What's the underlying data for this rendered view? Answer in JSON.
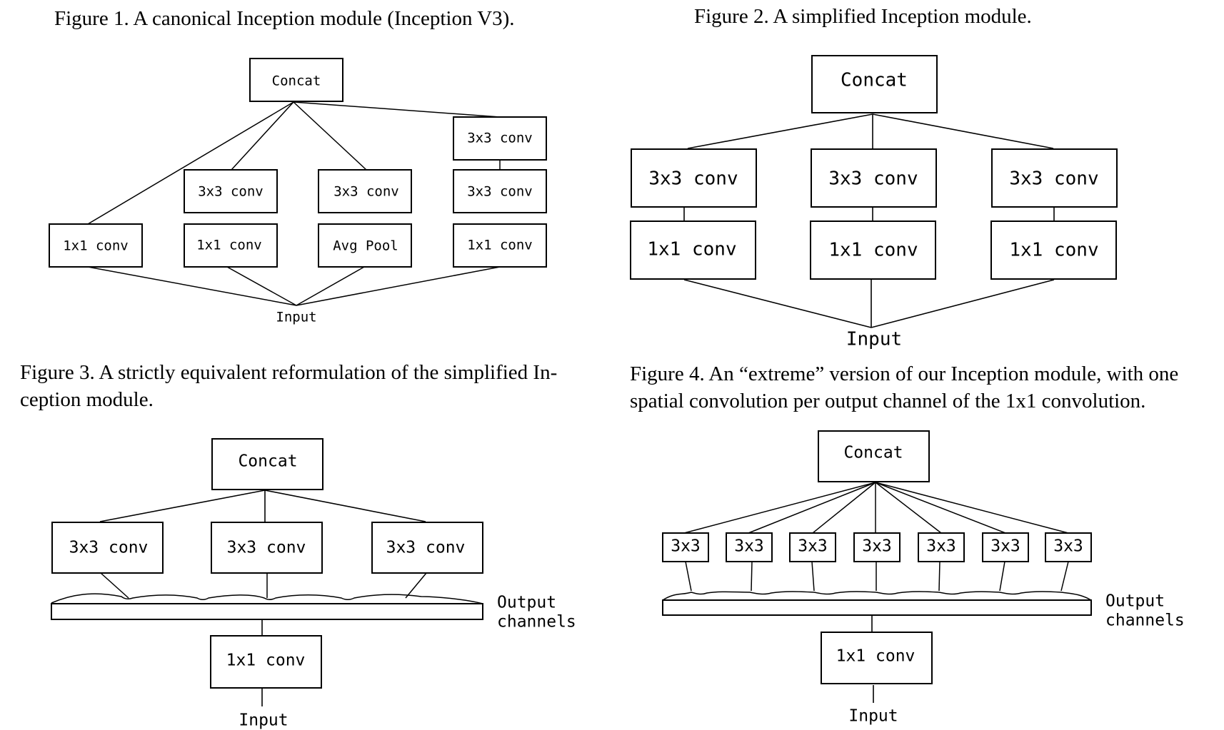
{
  "captions": {
    "fig1": "Figure 1. A canonical Inception module (Inception V3).",
    "fig2": "Figure 2. A simplified Inception module.",
    "fig3_line1": "Figure 3. A strictly equivalent reformulation of the simplified In-",
    "fig3_line2": "ception module.",
    "fig4_line1": "Figure 4. An “extreme” version of our Inception module, with one",
    "fig4_line2": "spatial convolution per output channel of the 1x1 convolution."
  },
  "fig1": {
    "concat": "Concat",
    "input": "Input",
    "branch1_bottom": "1x1 conv",
    "branch2_top": "3x3 conv",
    "branch2_bottom": "1x1 conv",
    "branch3_top": "3x3 conv",
    "branch3_bottom": "Avg Pool",
    "branch4_top": "3x3 conv",
    "branch4_mid": "3x3 conv",
    "branch4_bottom": "1x1 conv"
  },
  "fig2": {
    "concat": "Concat",
    "input": "Input",
    "branches": [
      {
        "top": "3x3 conv",
        "bottom": "1x1 conv"
      },
      {
        "top": "3x3 conv",
        "bottom": "1x1 conv"
      },
      {
        "top": "3x3 conv",
        "bottom": "1x1 conv"
      }
    ]
  },
  "fig3": {
    "concat": "Concat",
    "input": "Input",
    "conv1x1": "1x1 conv",
    "convs": [
      "3x3 conv",
      "3x3 conv",
      "3x3 conv"
    ],
    "output_line1": "Output",
    "output_line2": "channels"
  },
  "fig4": {
    "concat": "Concat",
    "input": "Input",
    "conv1x1": "1x1 conv",
    "convs": [
      "3x3",
      "3x3",
      "3x3",
      "3x3",
      "3x3",
      "3x3",
      "3x3"
    ],
    "output_line1": "Output",
    "output_line2": "channels"
  }
}
